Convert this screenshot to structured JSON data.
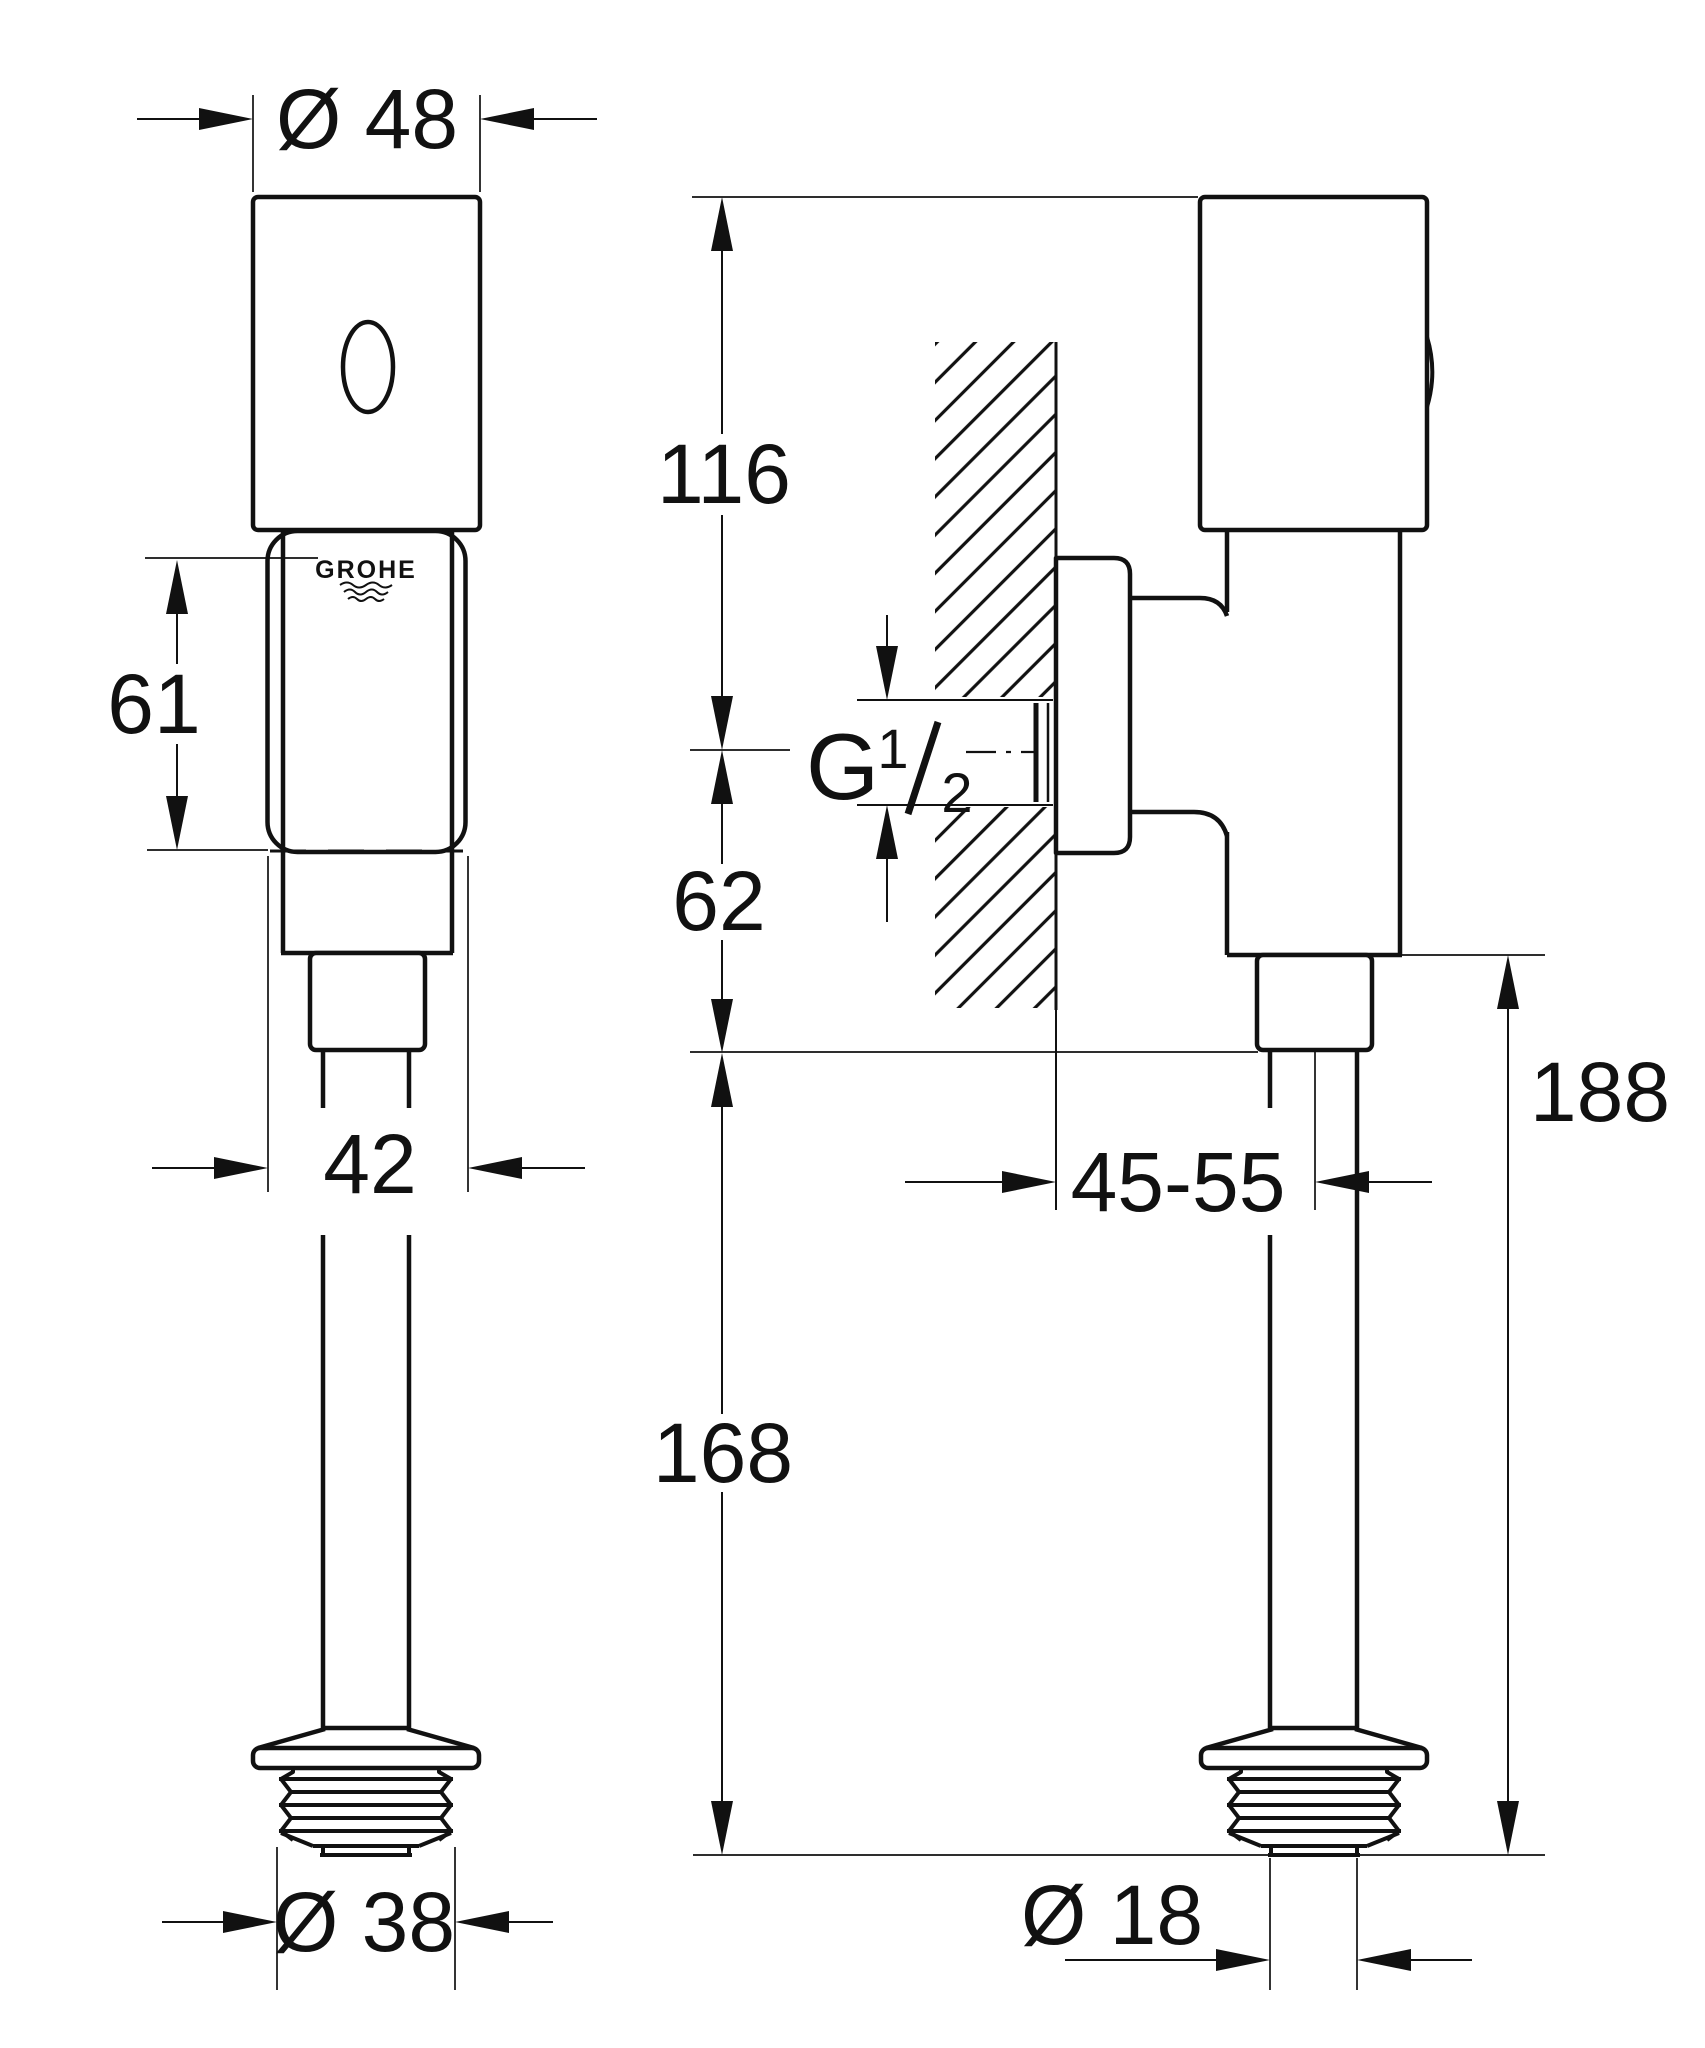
{
  "drawing": {
    "brand_logo": "GROHE",
    "dimensions": {
      "head_diameter": "Ø 48",
      "body_height": "61",
      "body_width": "42",
      "bottom_thread_diameter": "Ø 38",
      "top_to_inlet_center": "116",
      "inlet_center_to_outlet": "62",
      "wall_to_pipe_center": "45-55",
      "outlet_to_pipe_end": "168",
      "body_bottom_to_pipe_end": "188",
      "pipe_diameter": "Ø 18",
      "inlet_thread_prefix": "G",
      "inlet_thread_numerator": "1",
      "inlet_thread_denominator": "2"
    }
  }
}
